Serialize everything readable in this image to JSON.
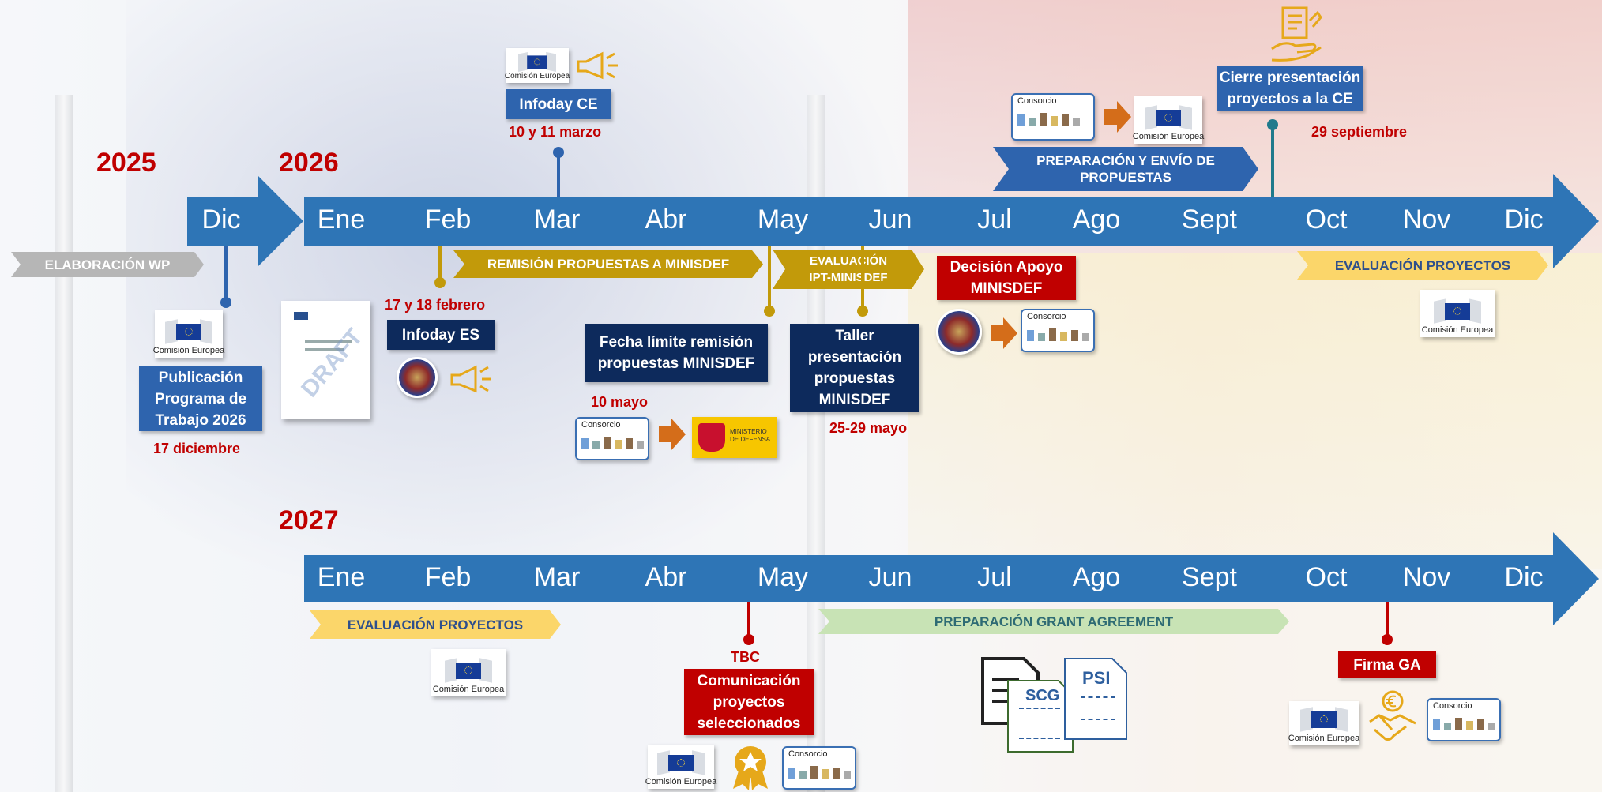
{
  "years": {
    "y2025": "2025",
    "y2026": "2026",
    "y2027": "2027"
  },
  "timeline_2026": {
    "dic_prev": "Dic",
    "months": [
      "Ene",
      "Feb",
      "Mar",
      "Abr",
      "May",
      "Jun",
      "Jul",
      "Ago",
      "Sept",
      "Oct",
      "Nov",
      "Dic"
    ]
  },
  "timeline_2027": {
    "months": [
      "Ene",
      "Feb",
      "Mar",
      "Abr",
      "May",
      "Jun",
      "Jul",
      "Ago",
      "Sept",
      "Oct",
      "Nov",
      "Dic"
    ]
  },
  "bands": {
    "elaboracion_wp": "ELABORACIÓN WP",
    "remision": "REMISIÓN PROPUESTAS A MINISDEF",
    "evaluacion_ipt_1": "EVALUACIÓN",
    "evaluacion_ipt_2": "IPT-MINISDEF",
    "preparacion_envio_1": "PREPARACIÓN Y ENVÍO DE",
    "preparacion_envio_2": "PROPUESTAS",
    "evaluacion_proyectos_2026": "EVALUACIÓN PROYECTOS",
    "evaluacion_proyectos_2027": "EVALUACIÓN PROYECTOS",
    "preparacion_grant": "PREPARACIÓN GRANT AGREEMENT"
  },
  "events": {
    "publicacion": {
      "lines": [
        "Publicación",
        "Programa de",
        "Trabajo 2026"
      ],
      "date": "17 diciembre"
    },
    "infoday_ce": {
      "label": "Infoday CE",
      "date": "10 y 11 marzo"
    },
    "infoday_es": {
      "label": "Infoday ES",
      "date": "17 y 18 febrero"
    },
    "fecha_limite": {
      "lines": [
        "Fecha límite remisión",
        "propuestas MINISDEF"
      ],
      "date": "10 mayo"
    },
    "taller": {
      "lines": [
        "Taller",
        "presentación",
        "propuestas",
        "MINISDEF"
      ],
      "date": "25-29 mayo"
    },
    "decision": {
      "lines": [
        "Decisión Apoyo",
        "MINISDEF"
      ]
    },
    "cierre": {
      "lines": [
        "Cierre presentación",
        "proyectos a la CE"
      ],
      "date": "29 septiembre"
    },
    "comunicacion": {
      "lines": [
        "Comunicación",
        "proyectos",
        "seleccionados"
      ],
      "date": "TBC"
    },
    "firma": {
      "label": "Firma GA"
    }
  },
  "logos": {
    "comision": "Comisión Europea",
    "consorcio": "Consorcio",
    "ministerio_1": "MINISTERIO",
    "ministerio_2": "DE DEFENSA",
    "draft": "DRAFT",
    "scg": "SCG",
    "psi": "PSI"
  },
  "colors": {
    "arrow_blue": "#2e75b6",
    "year_red": "#c00000",
    "gold": "#c29a0a",
    "dark_navy": "#0d2a5c",
    "mid_blue": "#2e64ae",
    "orange": "#d46d1a",
    "yellow_band": "#fbd66a",
    "green_band": "#c8e3b5",
    "grey_band": "#b6b6b6"
  }
}
